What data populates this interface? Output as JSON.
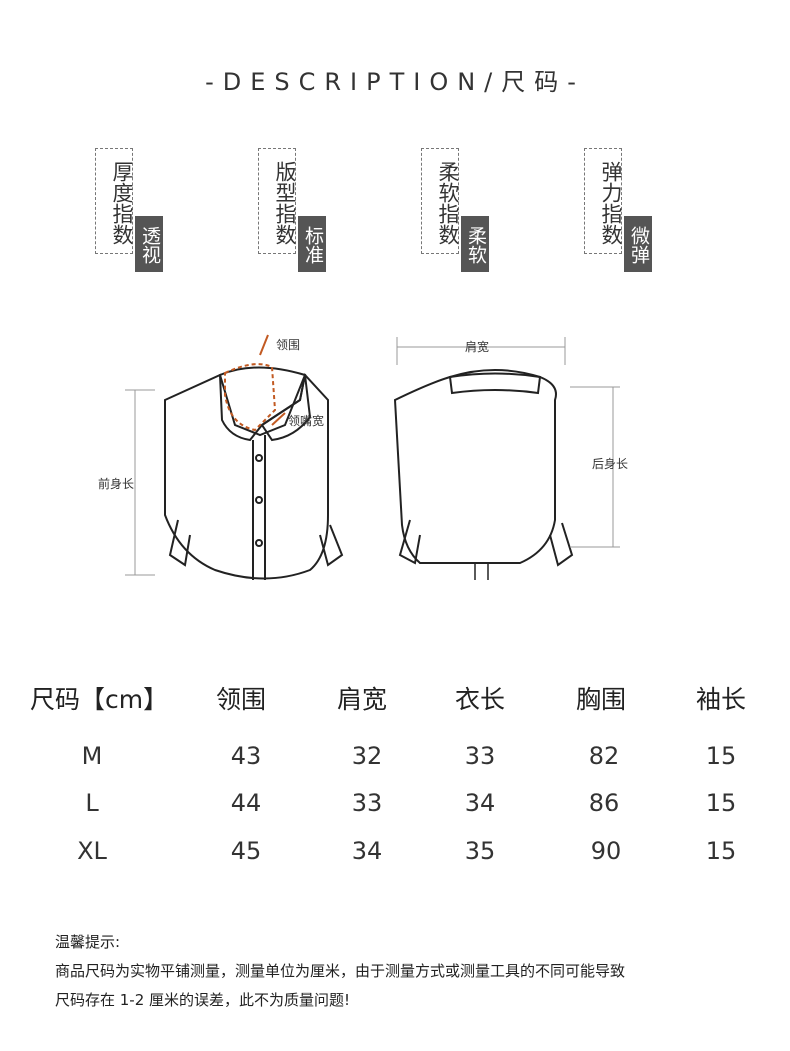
{
  "title": "-DESCRIPTION/尺码-",
  "indices": [
    {
      "label": "厚度指数",
      "value": "透视"
    },
    {
      "label": "版型指数",
      "value": "标准"
    },
    {
      "label": "柔软指数",
      "value": "柔软"
    },
    {
      "label": "弹力指数",
      "value": "微弹"
    }
  ],
  "diagram": {
    "collar_circ": "领围",
    "collar_width": "领嘴宽",
    "front_length": "前身长",
    "shoulder_width": "肩宽",
    "back_length": "后身长"
  },
  "table": {
    "headers": [
      "尺码【cm】",
      "领围",
      "肩宽",
      "衣长",
      "胸围",
      "袖长"
    ],
    "rows": [
      [
        "M",
        "43",
        "32",
        "33",
        "82",
        "15"
      ],
      [
        "L",
        "44",
        "33",
        "34",
        "86",
        "15"
      ],
      [
        "XL",
        "45",
        "34",
        "35",
        "90",
        "15"
      ]
    ]
  },
  "notes": {
    "heading": "温馨提示:",
    "line1": "商品尺码为实物平铺测量，测量单位为厘米，由于测量方式或测量工具的不同可能导致",
    "line2": "尺码存在 1-2 厘米的误差，此不为质量问题!"
  }
}
